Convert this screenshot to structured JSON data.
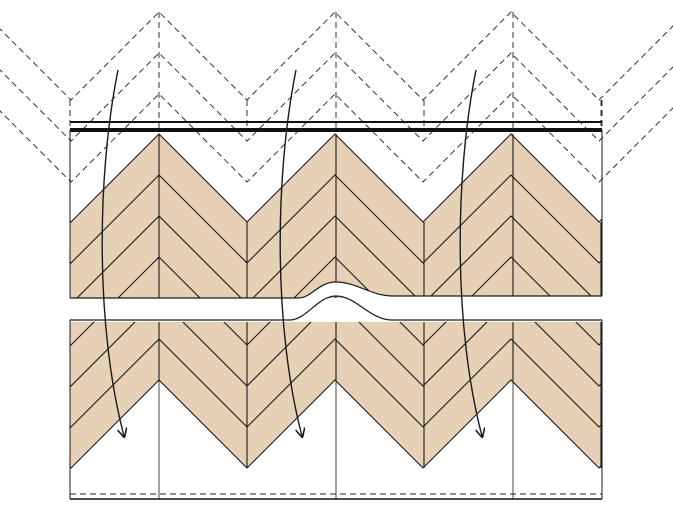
{
  "diagram": {
    "subject": "herringbone-parquet-installation-layout",
    "colors": {
      "background": "#ffffff",
      "wood": "#e6d0b6",
      "line": "#1a1a1a",
      "guide": "#555555"
    },
    "columns": 3,
    "rows_per_column": 4,
    "sections": [
      "future-rows-dashed",
      "top-border-rail",
      "upper-installed-field",
      "cut-gap",
      "lower-installed-field",
      "bottom-dashed-edge"
    ],
    "direction_arrows": 3,
    "arrow_meaning": "installation-direction"
  }
}
